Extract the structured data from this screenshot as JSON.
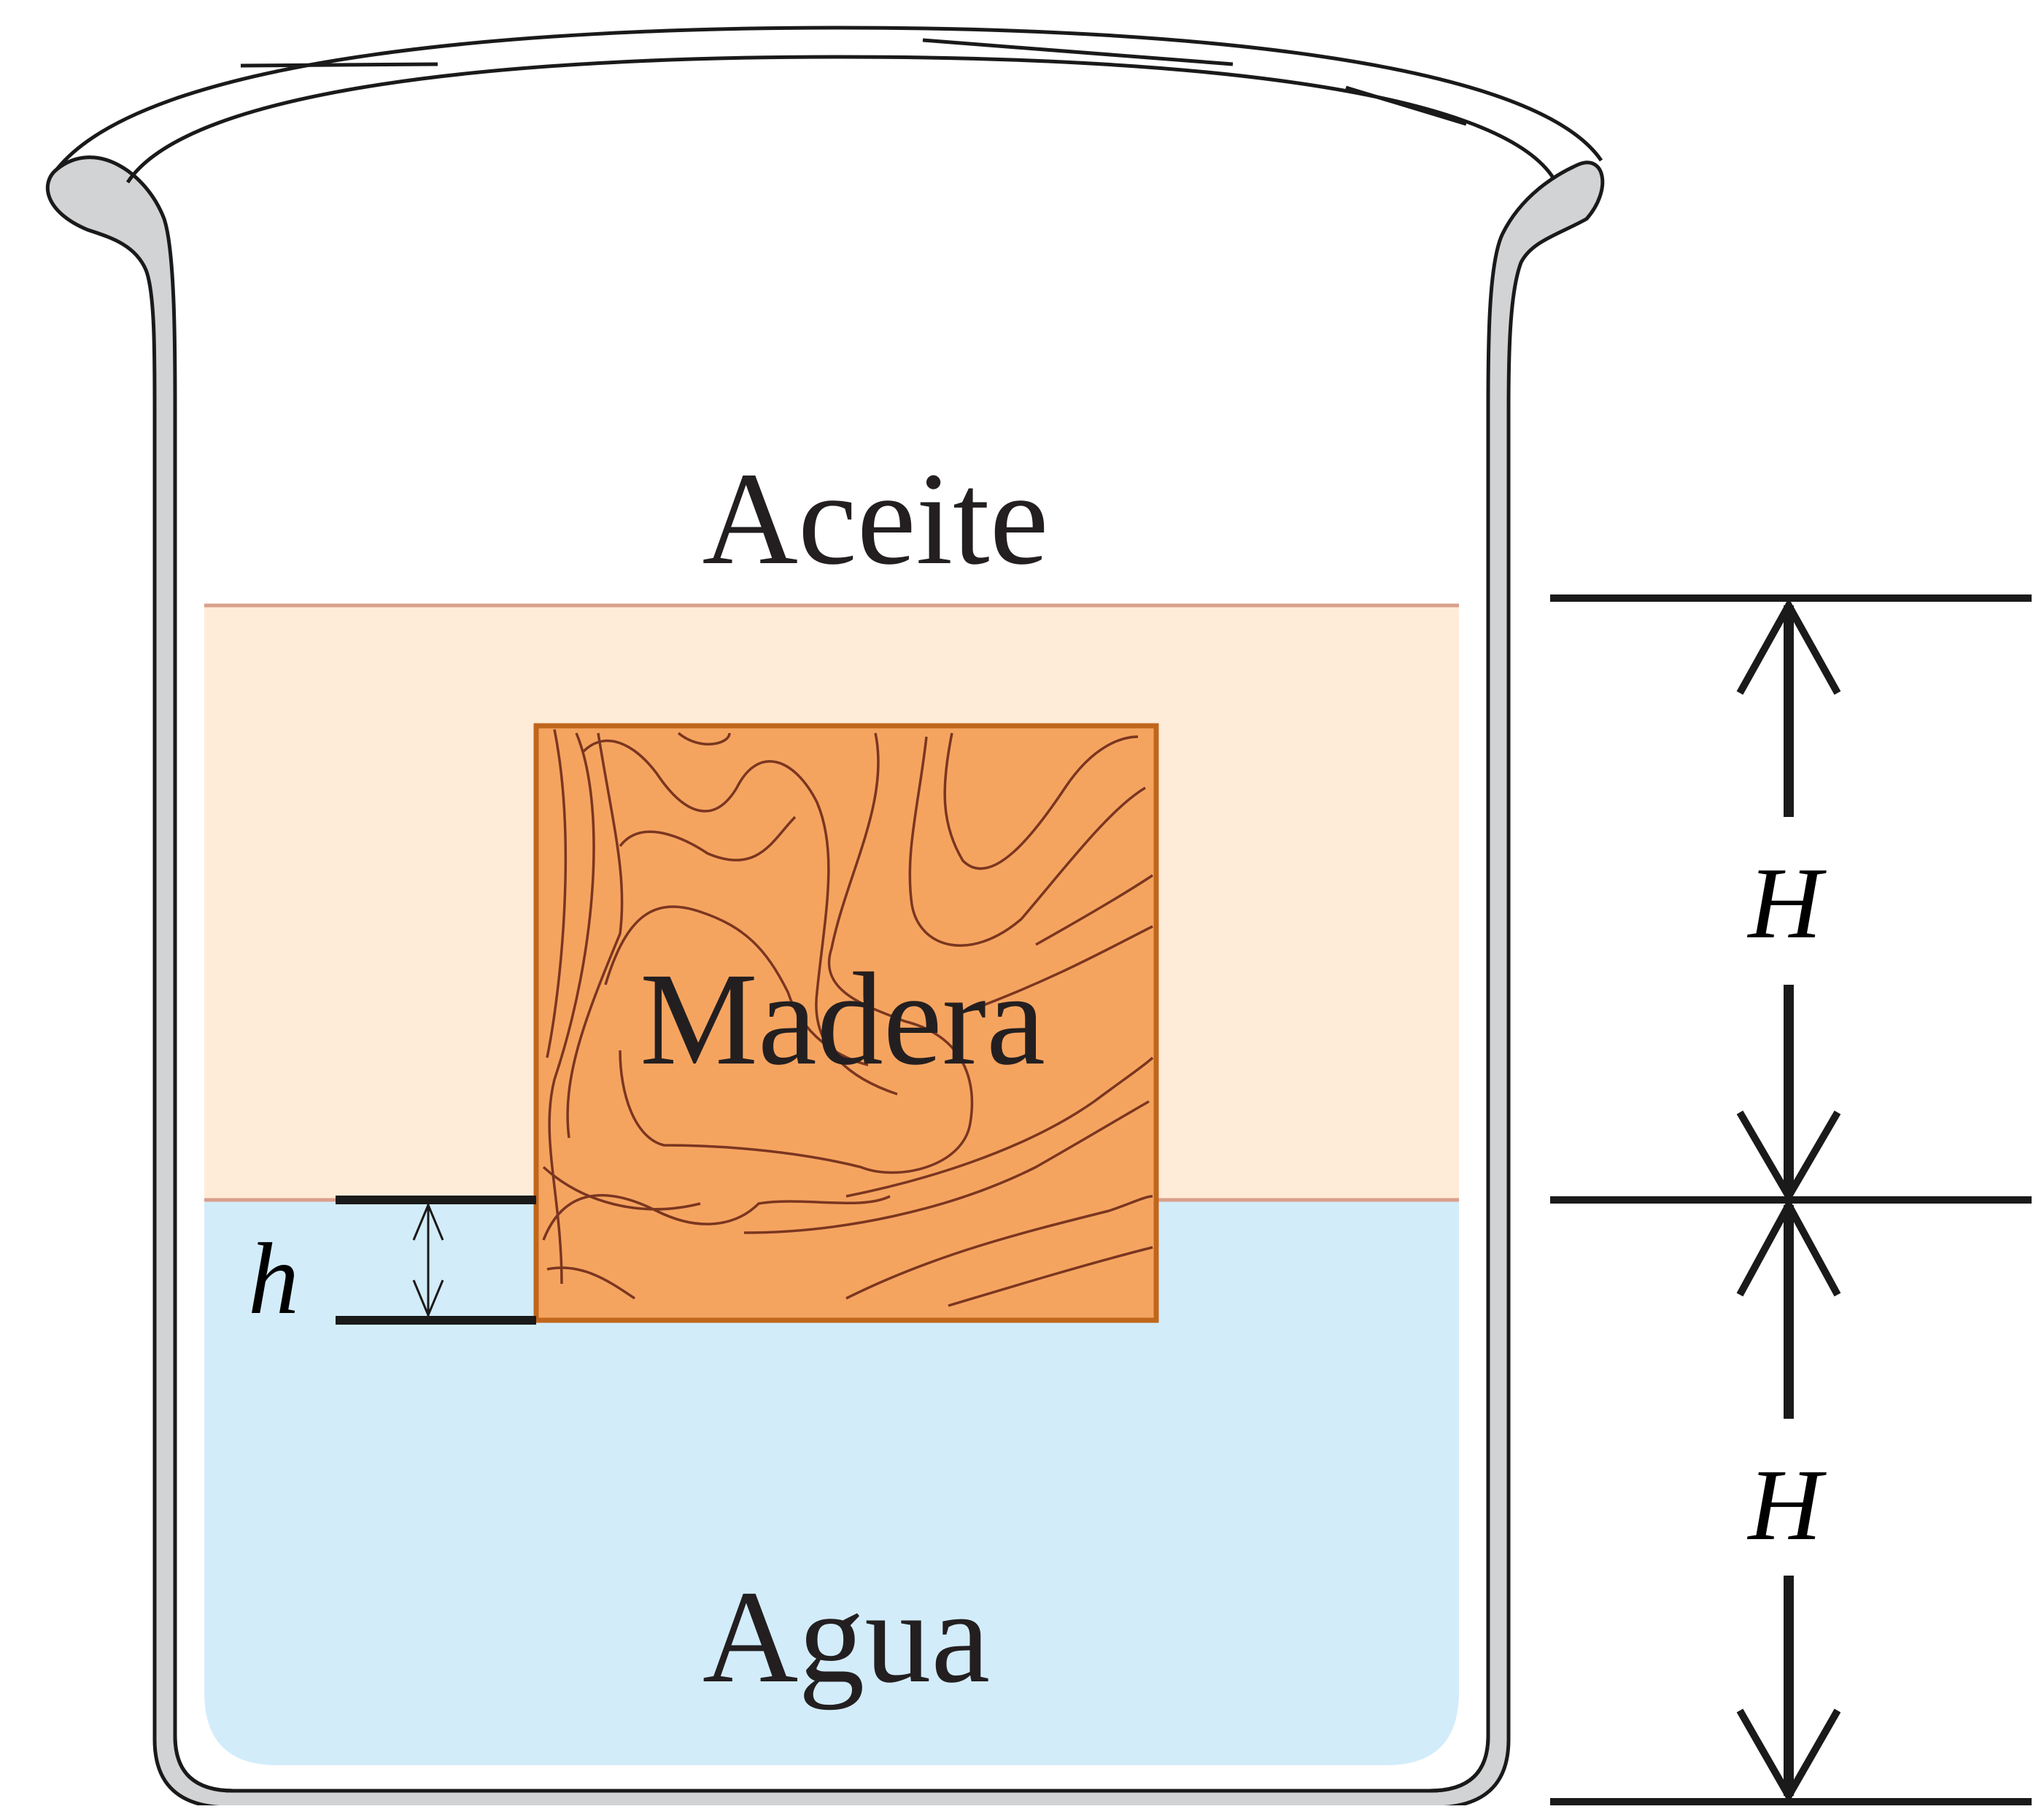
{
  "diagram": {
    "labels": {
      "oil": "Aceite",
      "wood": "Madera",
      "water": "Agua",
      "small_height": "h",
      "oil_layer_height": "H",
      "water_layer_height": "H"
    },
    "colors": {
      "oil": "#ffecd8",
      "oil_surface_line": "#d9a08c",
      "water": "#d3ecfa",
      "wood_fill": "#f5a460",
      "wood_border": "#c0661b",
      "wood_grain": "#7a3620",
      "beaker_glass": "#d2d3d5",
      "beaker_outline": "#1a1a1a",
      "dimension_lines": "#1a1a1a"
    }
  }
}
